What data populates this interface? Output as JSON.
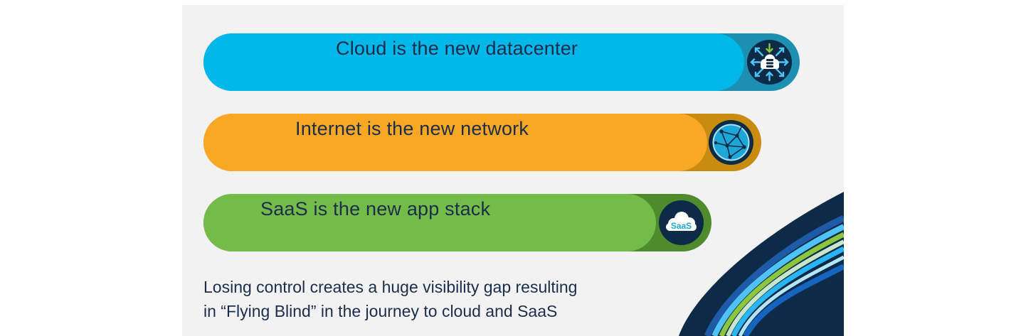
{
  "slide": {
    "items": [
      {
        "label": "Cloud is the new datacenter",
        "icon": "cloud-server-icon"
      },
      {
        "label": "Internet is the new network",
        "icon": "globe-network-icon"
      },
      {
        "label": "SaaS is the new app stack",
        "icon": "saas-cloud-icon",
        "icon_text": "SaaS"
      }
    ],
    "caption_line1": "Losing control creates a huge visibility gap resulting",
    "caption_line2": "in “Flying Blind” in the journey to cloud and SaaS"
  },
  "colors": {
    "cloud_pill": "#00b7e9",
    "internet_pill": "#f9a825",
    "saas_pill": "#74bc4a",
    "icon_background": "#0d2a47",
    "text": "#1b2d4a"
  }
}
